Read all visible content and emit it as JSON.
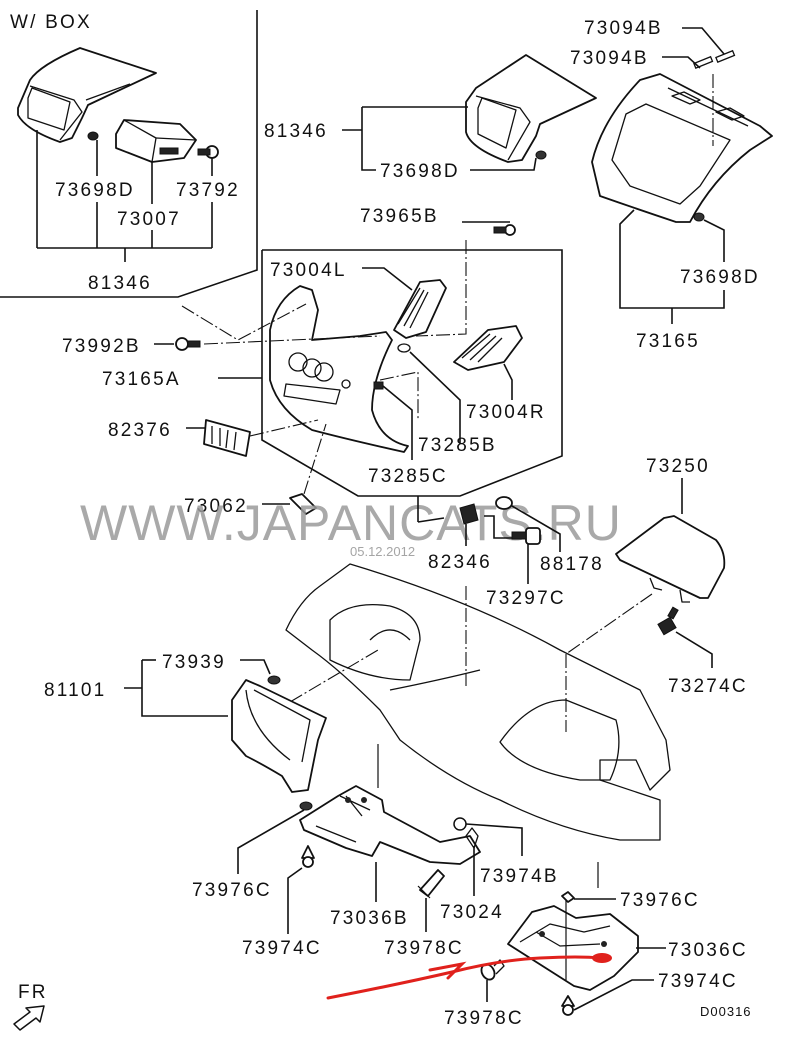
{
  "diagram": {
    "variant_label": "W/ BOX",
    "watermark": "WWW.JAPANCATS.RU",
    "date_stamp": "05.12.2012",
    "diagram_code": "D00316",
    "direction_label": "FR",
    "annotation_color": "#e0211c",
    "labels": {
      "box_81346_left": "81346",
      "box_73698D_left": "73698D",
      "box_73007": "73007",
      "box_73792": "73792",
      "hood_81346": "81346",
      "hood_73698D": "73698D",
      "t_73094B_a": "73094B",
      "t_73094B_b": "73094B",
      "r_73698D": "73698D",
      "r_73165": "73165",
      "p_73965B": "73965B",
      "p_73004L": "73004L",
      "p_73992B": "73992B",
      "p_73165A": "73165A",
      "p_82376": "82376",
      "p_73004R": "73004R",
      "p_73285B": "73285B",
      "p_73285C": "73285C",
      "p_73062": "73062",
      "p_82346": "82346",
      "p_88178": "88178",
      "p_73297C": "73297C",
      "p_73250": "73250",
      "p_73274C": "73274C",
      "p_81101": "81101",
      "p_73939": "73939",
      "p_73976C_l": "73976C",
      "p_73974C_l": "73974C",
      "p_73036B": "73036B",
      "p_73978C_l": "73978C",
      "p_73024": "73024",
      "p_73974B": "73974B",
      "p_73976C_r": "73976C",
      "p_73036C": "73036C",
      "p_73974C_r": "73974C",
      "p_73978C_r": "73978C"
    }
  }
}
